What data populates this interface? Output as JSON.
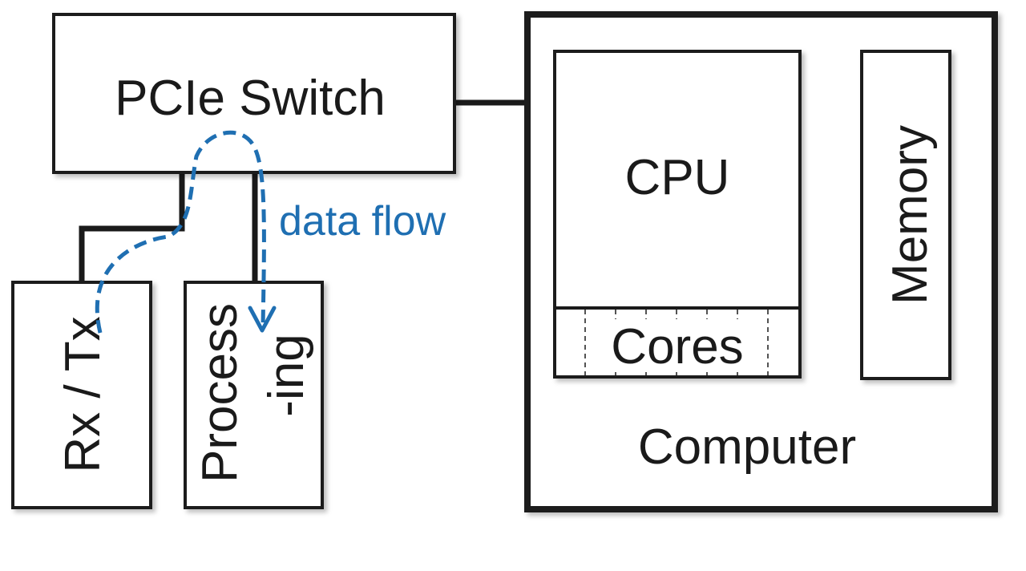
{
  "colors": {
    "line": "#1a1a1a",
    "flow": "#1f6fb2",
    "background": "#ffffff"
  },
  "nodes": {
    "pcie_switch": "PCIe Switch",
    "rx_tx": "Rx / Tx",
    "processing_line1": "Process",
    "processing_line2": "-ing",
    "cpu": "CPU",
    "cores": "Cores",
    "memory": "Memory",
    "computer": "Computer"
  },
  "annotations": {
    "data_flow": "data flow"
  }
}
